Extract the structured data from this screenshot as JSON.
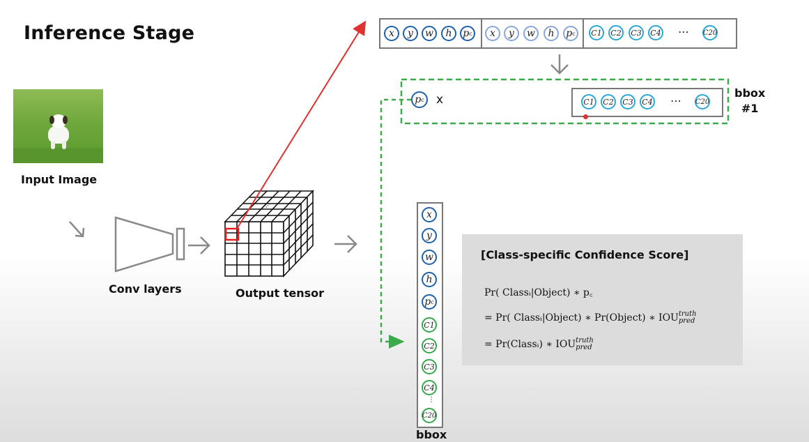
{
  "title": "Inference Stage",
  "labels": {
    "input_image": "Input Image",
    "conv_layers": "Conv layers",
    "output_tensor": "Output tensor",
    "bbox_number": "bbox\n#1",
    "bbox_bottom": "bbox",
    "times": "x",
    "ellipsis": "⋯"
  },
  "vector_top": {
    "bbox1": [
      "x",
      "y",
      "w",
      "h",
      "p"
    ],
    "bbox2": [
      "x",
      "y",
      "w",
      "h",
      "p"
    ],
    "classes": [
      "C1",
      "C2",
      "C3",
      "C4",
      "C20"
    ]
  },
  "vertical_vector": [
    "x",
    "y",
    "w",
    "h",
    "p",
    "C1",
    "C2",
    "C3",
    "C4",
    "C20"
  ],
  "formula_panel": {
    "title": "[Class-specific Confidence Score]",
    "line1": "Pr( Classᵢ|Object) ∗ p꜀",
    "line2": "= Pr( Classᵢ|Object) ∗ Pr(Object) ∗ IOU",
    "line3": "= Pr(Classᵢ) ∗ IOU",
    "iou_sup": "truth",
    "iou_sub": "pred"
  },
  "colors": {
    "red_arrow": "#e03030",
    "green_dashed": "#3aaa4a",
    "gray_arrow": "#888888",
    "blue_circle": "#2f75b5",
    "cyan_circle": "#2aa7d8",
    "green_circle": "#35a84d"
  }
}
